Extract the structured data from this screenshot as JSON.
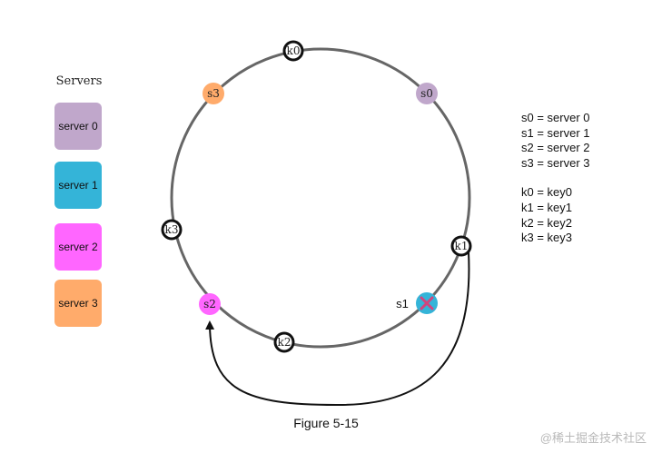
{
  "servers_panel": {
    "title": "Servers",
    "items": [
      {
        "label": "server 0",
        "color": "#c0a7cb"
      },
      {
        "label": "server 1",
        "color": "#34b4d8"
      },
      {
        "label": "server 2",
        "color": "#ff66ff"
      },
      {
        "label": "server 3",
        "color": "#ffab6b"
      }
    ]
  },
  "ring": {
    "server_nodes": [
      {
        "label": "s0",
        "color": "#c0a7cb"
      },
      {
        "label": "s3",
        "color": "#ffab6b"
      },
      {
        "label": "s2",
        "color": "#ff66ff"
      }
    ],
    "removed_server": {
      "label": "s1",
      "color": "#34b4d8",
      "mark": "x-mark",
      "mark_color": "#d2457e"
    },
    "key_nodes": [
      "k0",
      "k1",
      "k2",
      "k3"
    ],
    "ring_color": "#666666"
  },
  "legend": {
    "servers": [
      "s0 = server 0",
      "s1 = server 1",
      "s2 = server 2",
      "s3 = server 3"
    ],
    "keys": [
      "k0 = key0",
      "k1 = key1",
      "k2 = key2",
      "k3 = key3"
    ]
  },
  "caption": "Figure 5-15",
  "watermark": "@稀土掘金技术社区"
}
